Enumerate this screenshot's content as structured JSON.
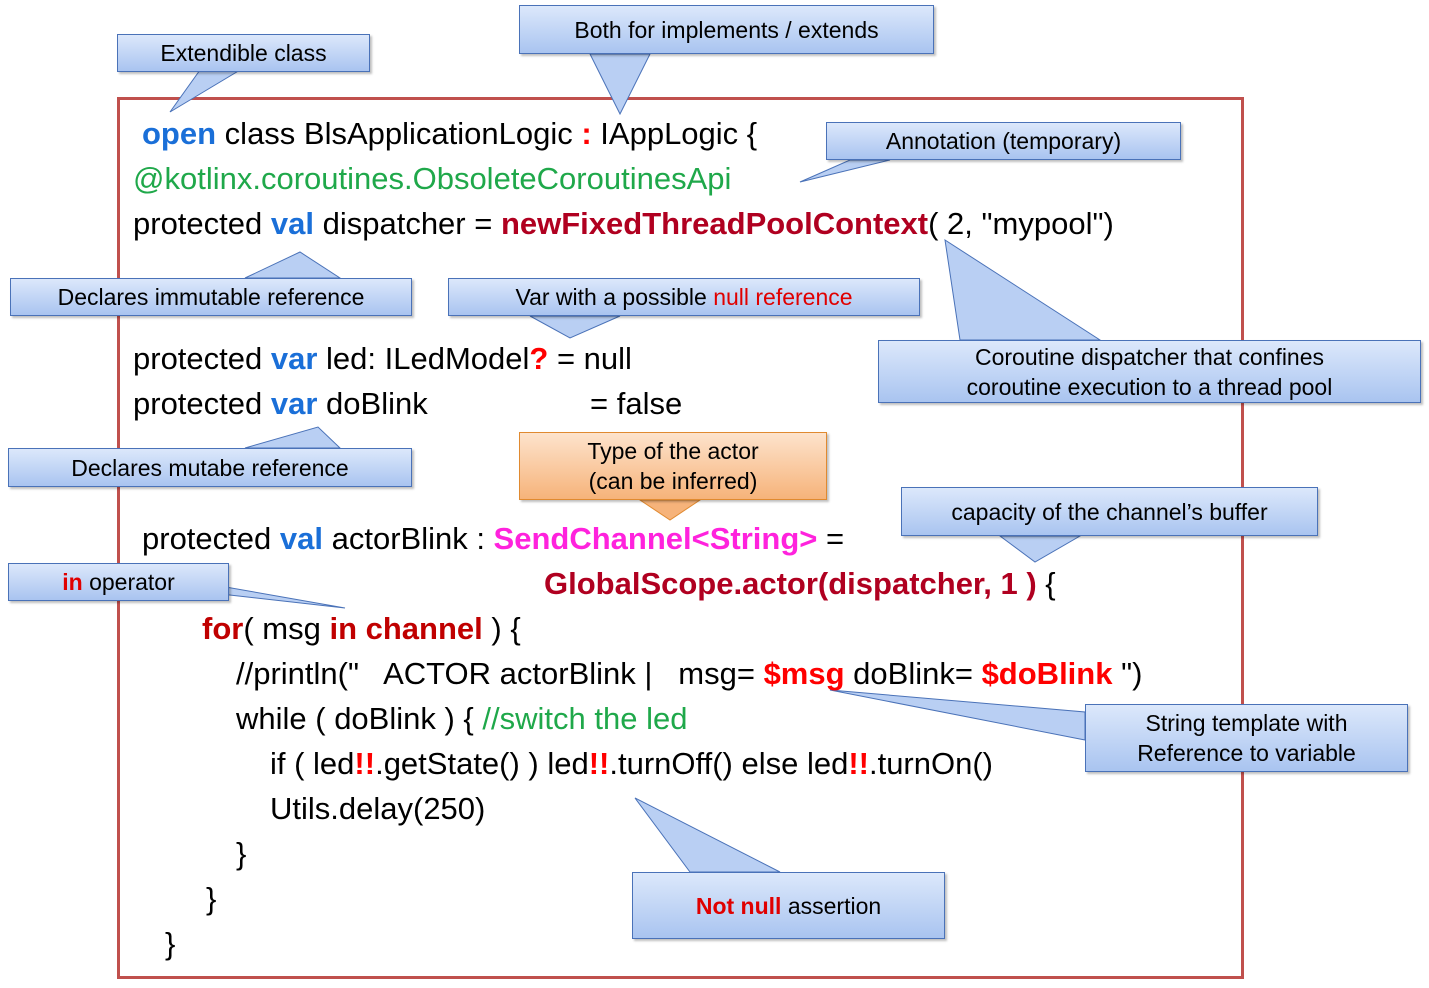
{
  "callouts": {
    "extendible": "Extendible class",
    "both_impl": "Both for implements / extends",
    "annotation": "Annotation (temporary)",
    "immutable": "Declares immutable reference",
    "var_null_pre": "Var with a possible ",
    "var_null_hl": "null reference",
    "dispatcher_l1": "Coroutine dispatcher that confines",
    "dispatcher_l2": "coroutine execution to a  thread pool",
    "mutable": "Declares mutabe reference",
    "actor_type_l1": "Type of the actor",
    "actor_type_l2": "(can be inferred)",
    "capacity": "capacity of the channel’s buffer",
    "in_op_hl": "in",
    "in_op_rest": " operator",
    "template_l1": "String template  with",
    "template_l2": "Reference to variable",
    "notnull_hl": "Not null",
    "notnull_rest": " assertion"
  },
  "code": {
    "l1_open": "open",
    "l1_rest": " class BlsApplicationLogic ",
    "l1_colon": ":",
    "l1_end": " IAppLogic {",
    "l2": "@kotlinx.coroutines.ObsoleteCoroutinesApi",
    "l3_a": "protected ",
    "l3_val": "val",
    "l3_b": " dispatcher = ",
    "l3_fn": "newFixedThreadPoolContext",
    "l3_c": "( 2, \"mypool\")",
    "l4_a": "protected ",
    "l4_var": "var",
    "l4_b": " led: ILedModel",
    "l4_q": "?",
    "l4_c": " = null",
    "l5_a": "protected ",
    "l5_var": "var",
    "l5_b": " doBlink",
    "l5_c": "= false",
    "l6_a": "protected ",
    "l6_val": "val",
    "l6_b": " actorBlink : ",
    "l6_type": "SendChannel<String>",
    "l6_c": " =",
    "l7_fn": "GlobalScope.actor(dispatcher, 1 )",
    "l7_b": " {",
    "l8_for": "for",
    "l8_a": "( msg ",
    "l8_in": "in channel",
    "l8_b": " ) {",
    "l9_a": "//println(\"   ACTOR actorBlink |   msg= ",
    "l9_msg": "$msg",
    "l9_b": " doBlink= ",
    "l9_db": "$doBlink",
    "l9_c": " \")",
    "l10_a": "while ( doBlink ) { ",
    "l10_cmt": "//switch the led",
    "l11_a": "if ( led",
    "l11_bang": "!!",
    "l11_b": ".getState() ) led",
    "l11_c": ".turnOff() else led",
    "l11_d": ".turnOn()",
    "l12": "Utils.delay(250)",
    "l13": "}",
    "l14": "}",
    "l15": "}"
  }
}
